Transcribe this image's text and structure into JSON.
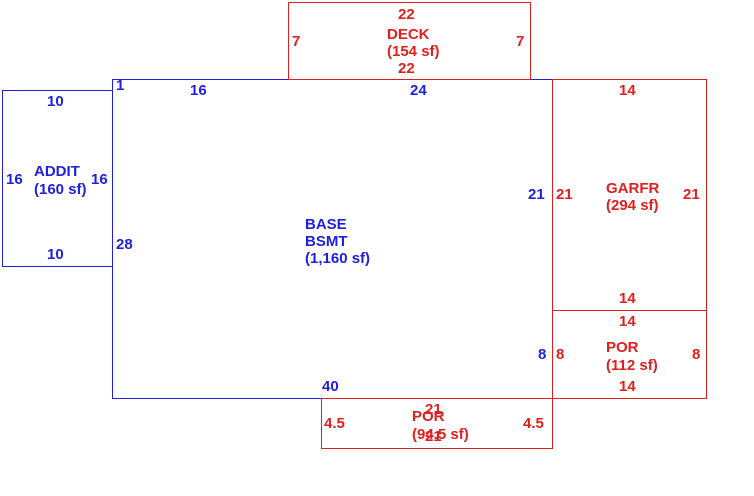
{
  "areas": {
    "base": {
      "name_line1": "BASE",
      "name_line2": "BSMT",
      "area": "(1,160 sf)"
    },
    "addit": {
      "name": "ADDIT",
      "area": "(160 sf)"
    },
    "deck": {
      "name": "DECK",
      "area": "(154 sf)"
    },
    "garfr": {
      "name": "GARFR",
      "area": "(294 sf)"
    },
    "por_right": {
      "name": "POR",
      "area": "(112 sf)"
    },
    "por_bottom": {
      "name": "POR",
      "area": "(94.5 sf)"
    }
  },
  "dimensions": {
    "base_top_left": "16",
    "base_top_right": "24",
    "base_left": "28",
    "base_bottom": "40",
    "base_right_upper": "21",
    "base_right_lower": "8",
    "base_corner": "1",
    "addit_top": "10",
    "addit_bottom": "10",
    "addit_left": "16",
    "addit_right": "16",
    "deck_top": "22",
    "deck_bottom": "22",
    "deck_left": "7",
    "deck_right": "7",
    "garfr_top": "14",
    "garfr_bottom": "14",
    "garfr_left": "21",
    "garfr_right": "21",
    "por_right_top": "14",
    "por_right_bottom": "14",
    "por_right_left": "8",
    "por_right_right": "8",
    "por_bottom_top": "21",
    "por_bottom_bottom": "21",
    "por_bottom_left": "4.5",
    "por_bottom_right": "4.5"
  },
  "colors": {
    "base": "#1f1fe0",
    "addition": "#e01f1f"
  }
}
